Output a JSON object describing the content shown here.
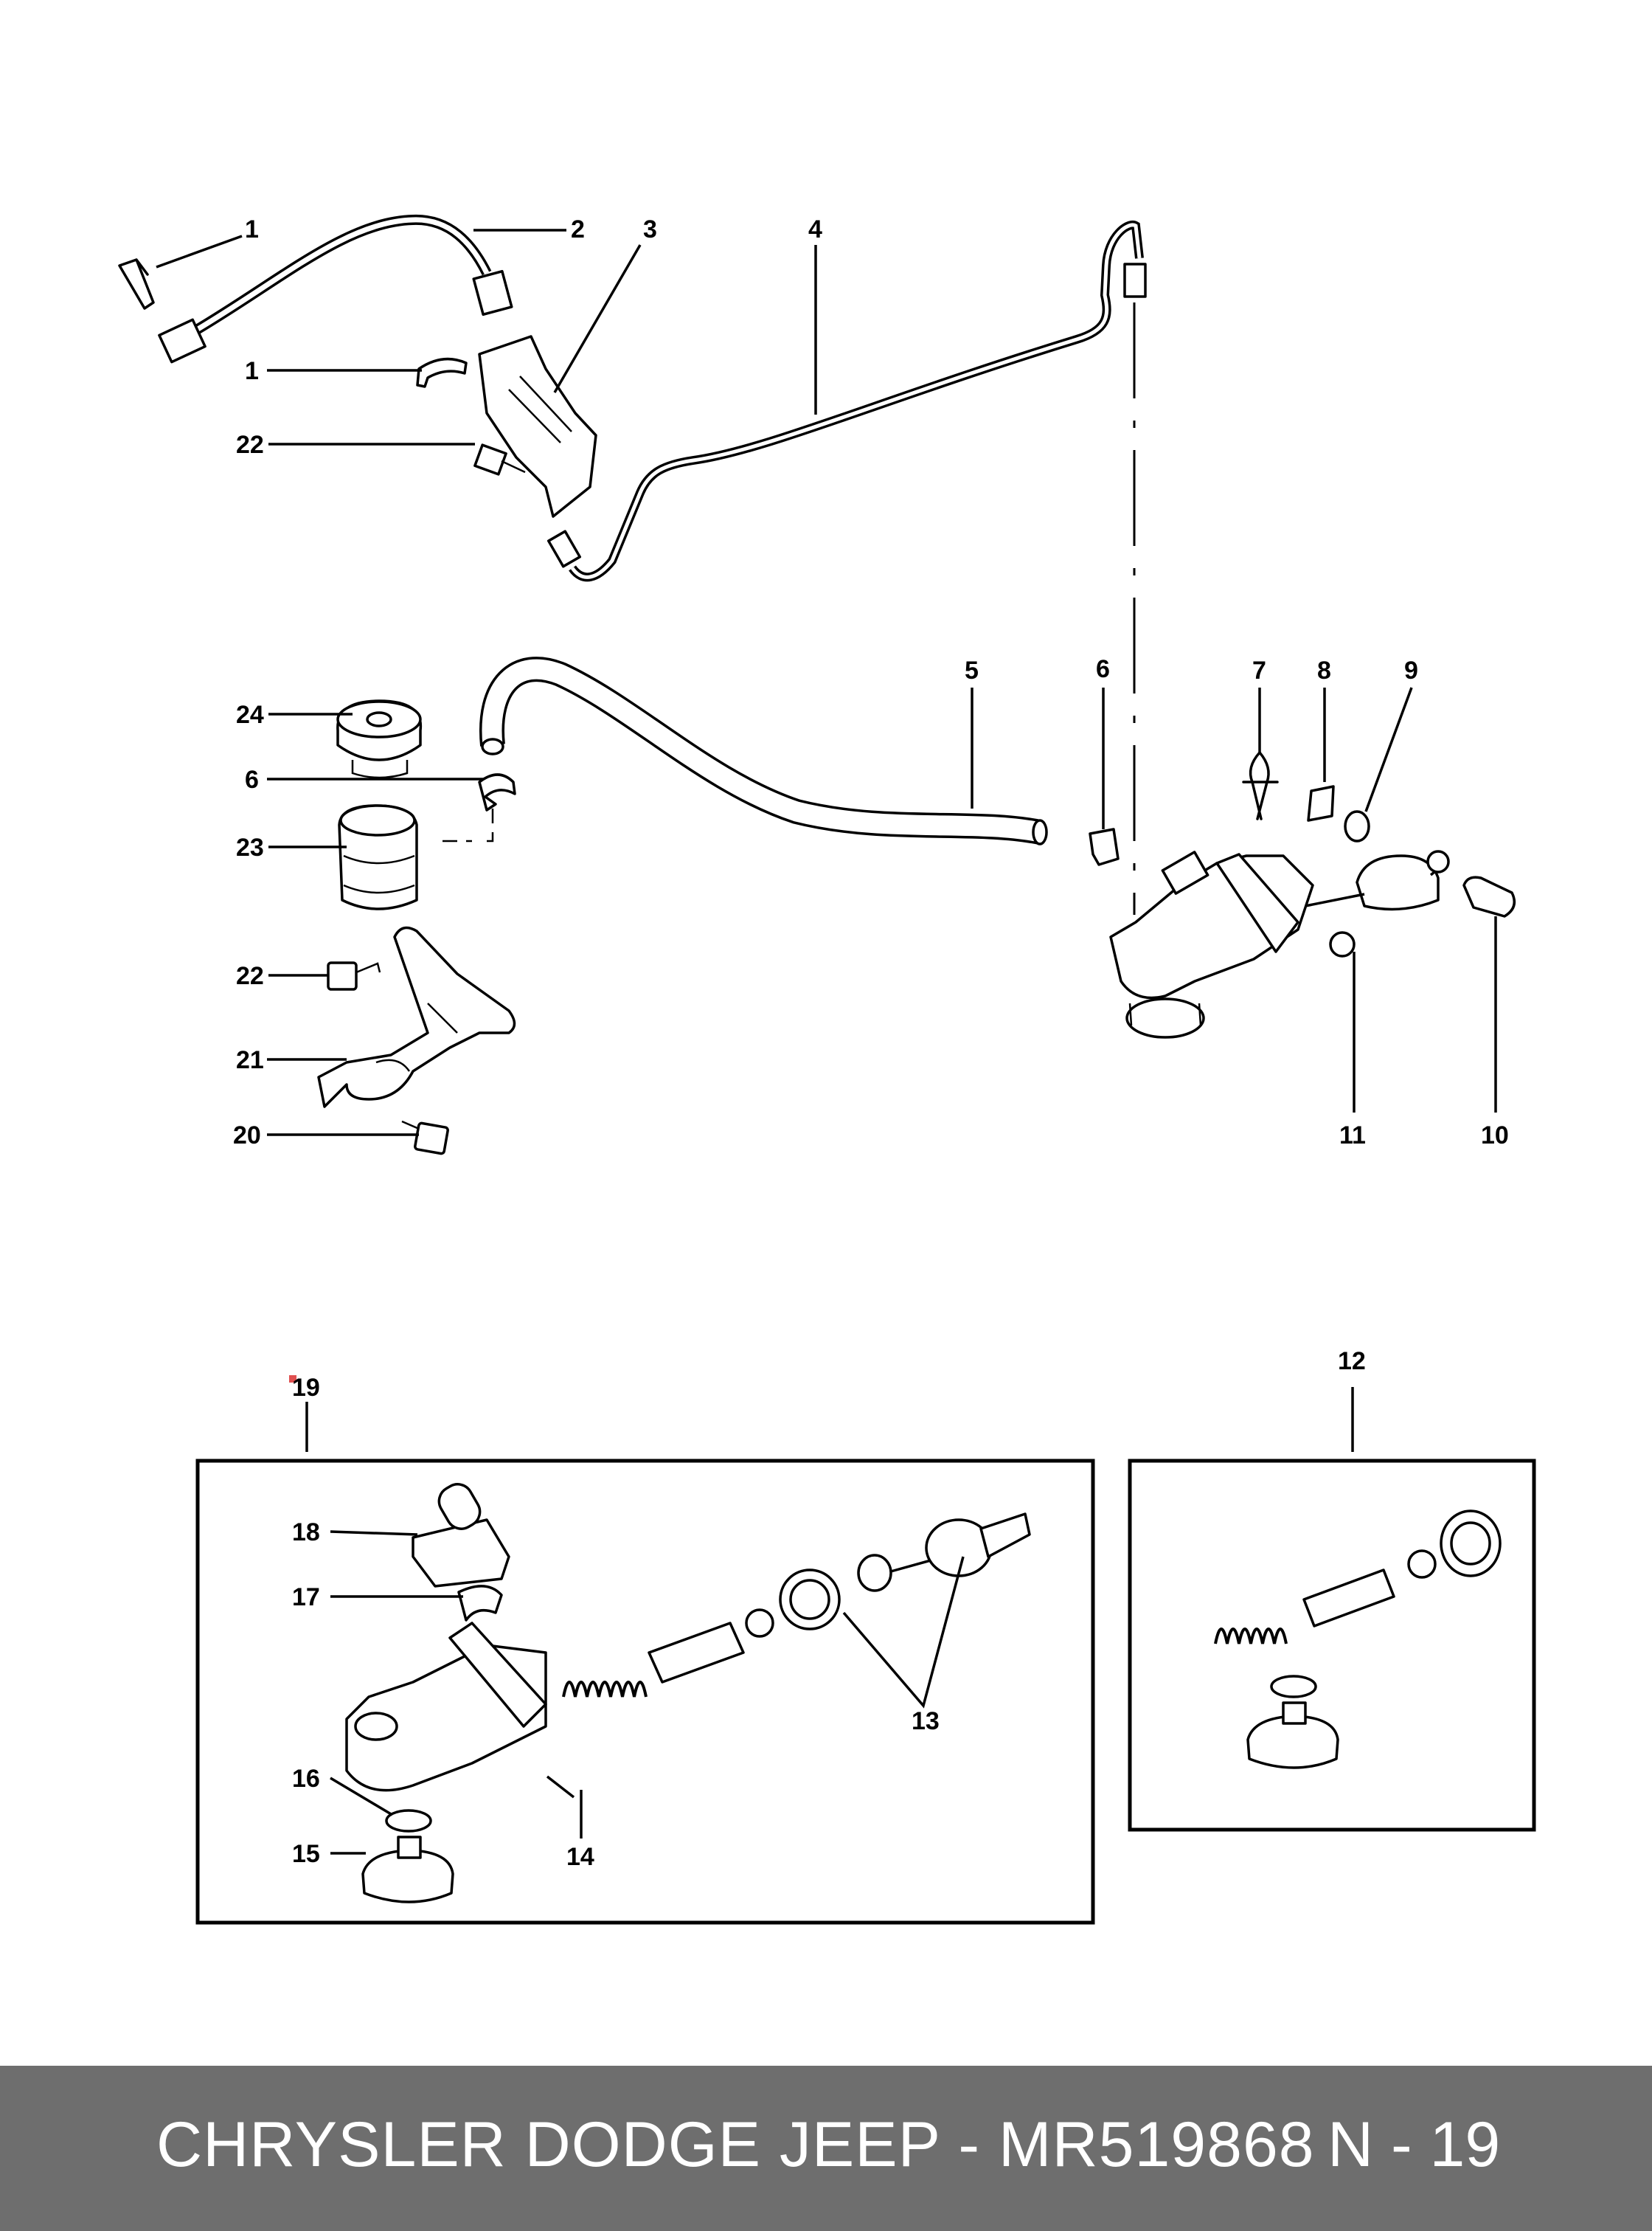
{
  "callouts": {
    "c1a": "1",
    "c2": "2",
    "c3": "3",
    "c4": "4",
    "c1b": "1",
    "c22a": "22",
    "c5": "5",
    "c6a": "6",
    "c7": "7",
    "c8": "8",
    "c9": "9",
    "c24": "24",
    "c6b": "6",
    "c23": "23",
    "c22b": "22",
    "c21": "21",
    "c20": "20",
    "c11": "11",
    "c10": "10",
    "c19": "19",
    "c18": "18",
    "c17": "17",
    "c16": "16",
    "c15": "15",
    "c14": "14",
    "c13": "13",
    "c12": "12"
  },
  "footer": {
    "title": "CHRYSLER DODGE JEEP - MR519868",
    "page": "N - 19"
  }
}
